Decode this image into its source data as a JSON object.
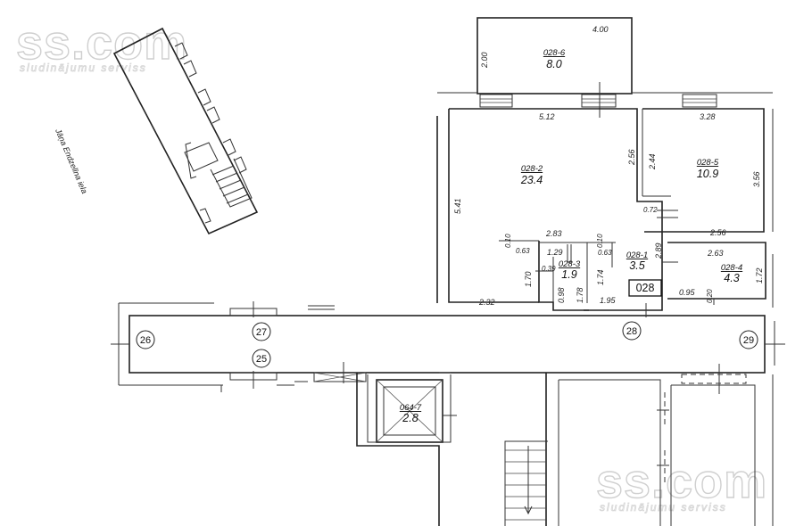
{
  "watermark": {
    "brand": "ss.com",
    "tagline": "sludinājumu serviss"
  },
  "street_label": "Jāņa Endzelīna iela",
  "apartment_label": "028",
  "rooms": [
    {
      "id": "028-6",
      "area": "8.0"
    },
    {
      "id": "028-2",
      "area": "23.4"
    },
    {
      "id": "028-5",
      "area": "10.9"
    },
    {
      "id": "028-1",
      "area": "3.5"
    },
    {
      "id": "028-3",
      "area": "1.9"
    },
    {
      "id": "028-4",
      "area": "4.3"
    },
    {
      "id": "064-7",
      "area": "2.8"
    }
  ],
  "dimensions": [
    "4.00",
    "2.00",
    "5.12",
    "3.28",
    "2.56",
    "2.44",
    "3.56",
    "5.41",
    "0.72",
    "2.56",
    "2.83",
    "0.10",
    "0.63",
    "1.29",
    "0.10",
    "0.63",
    "2.89",
    "2.63",
    "0.39",
    "1.70",
    "1.74",
    "1.72",
    "0.98",
    "1.78",
    "0.95",
    "0.20",
    "2.32",
    "1.95"
  ],
  "axes": [
    "26",
    "27",
    "28",
    "29",
    "25"
  ]
}
